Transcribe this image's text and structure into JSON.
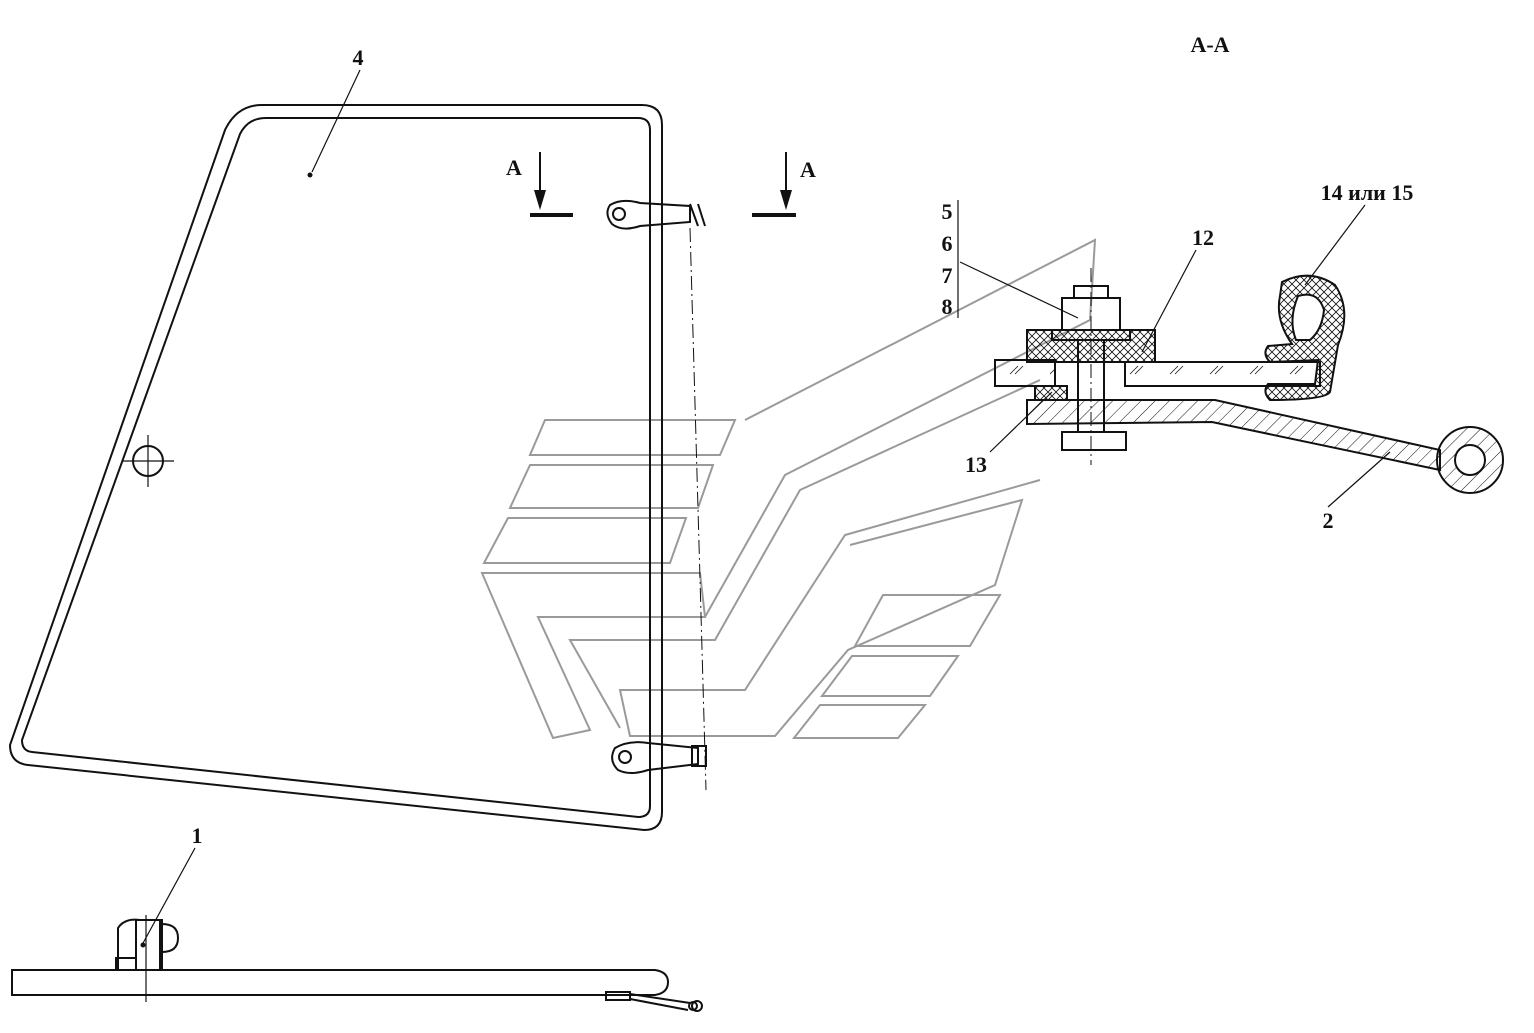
{
  "section_title": "А-А",
  "section_marks": {
    "left": "А",
    "right": "А"
  },
  "callouts": {
    "c1": "1",
    "c2": "2",
    "c4": "4",
    "c5": "5",
    "c6": "6",
    "c7": "7",
    "c8": "8",
    "c12": "12",
    "c13": "13",
    "c14_15": "14 или 15"
  }
}
